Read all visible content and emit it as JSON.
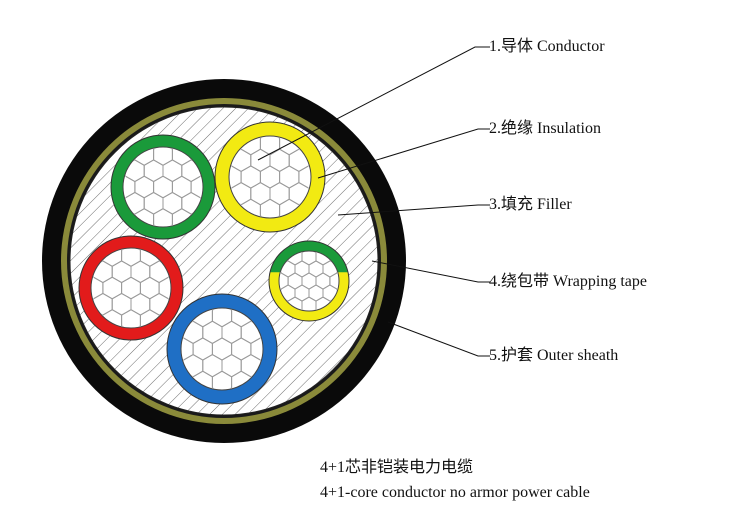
{
  "labels": [
    {
      "id": "conductor",
      "text": "1.导体 Conductor"
    },
    {
      "id": "insulation",
      "text": "2.绝缘 Insulation"
    },
    {
      "id": "filler",
      "text": "3.填充 Filler"
    },
    {
      "id": "wrapping",
      "text": "4.绕包带 Wrapping tape"
    },
    {
      "id": "sheath",
      "text": "5.护套 Outer sheath"
    }
  ],
  "caption": {
    "zh": "4+1芯非铠装电力电缆",
    "en": "4+1-core conductor no armor power cable"
  },
  "colors": {
    "sheath": "#0a0a0a",
    "wrapping_tape": "#8a8a3a",
    "filler_hatch": "#6e6e6e",
    "green": "#1a9a3a",
    "yellow": "#f2ea12",
    "red": "#e21b1b",
    "blue": "#1f6fc5",
    "conductor_bg": "#ffffff",
    "conductor_wire": "#9a9a9a"
  },
  "cores": [
    {
      "name": "green-core",
      "insulation_colors": [
        "green"
      ]
    },
    {
      "name": "yellow-core",
      "insulation_colors": [
        "yellow"
      ]
    },
    {
      "name": "red-core",
      "insulation_colors": [
        "red"
      ]
    },
    {
      "name": "blue-core",
      "insulation_colors": [
        "blue"
      ]
    },
    {
      "name": "yellow-green-core",
      "insulation_colors": [
        "green",
        "yellow"
      ]
    }
  ]
}
